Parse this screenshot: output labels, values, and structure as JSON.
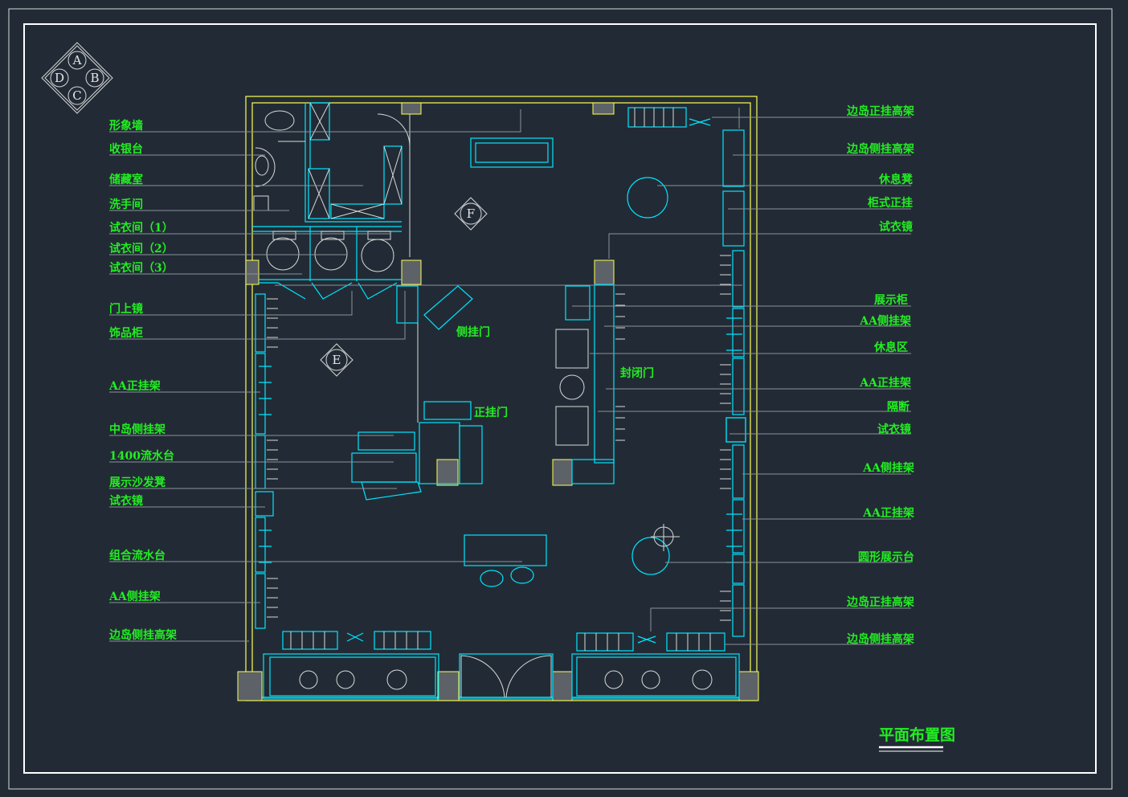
{
  "compass": {
    "a": "A",
    "b": "B",
    "c": "C",
    "d": "D"
  },
  "markers": {
    "e": "E",
    "f": "F"
  },
  "left_labels": [
    "形象墙",
    "收银台",
    "储藏室",
    "洗手间",
    "试衣间（1）",
    "试衣间（2）",
    "试衣间（3）",
    "门上镜",
    "饰品柜",
    "AA正挂架",
    "中岛侧挂架",
    "1400流水台",
    "展示沙发凳",
    "试衣镜",
    "组合流水台",
    "AA侧挂架",
    "边岛侧挂高架"
  ],
  "right_labels": [
    "边岛正挂高架",
    "边岛侧挂高架",
    "休息凳",
    "柜式正挂",
    "试衣镜",
    "展示柜",
    "AA侧挂架",
    "休息区",
    "AA正挂架",
    "隔断",
    "试衣镜",
    "AA侧挂架",
    "AA正挂架",
    "圆形展示台",
    "边岛正挂高架",
    "边岛侧挂高架"
  ],
  "inner_labels": {
    "side_door": "侧挂门",
    "closed_door": "封闭门",
    "front_door": "正挂门"
  },
  "title": "平面布置图",
  "colors": {
    "background": "#222b35",
    "label": "#22ee22",
    "furniture": "#00e5ff",
    "wall": "#ffff55"
  }
}
